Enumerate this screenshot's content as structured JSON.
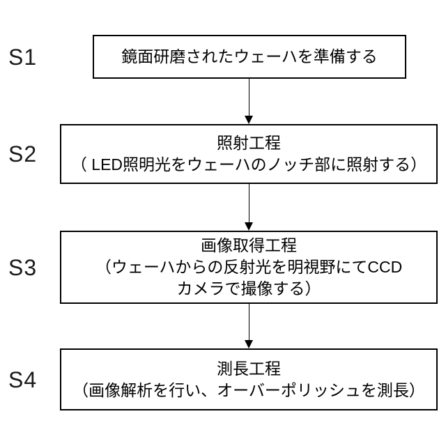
{
  "figure": {
    "type": "flowchart",
    "background_color": "#ffffff",
    "line_color": "#000000",
    "description_language": "ja"
  },
  "steps": [
    {
      "label": "S1",
      "lines": [
        "鏡面研磨されたウェーハを準備する"
      ]
    },
    {
      "label": "S2",
      "lines": [
        "照射工程",
        "（ LED照明光をウェーハのノッチ部に照射する）"
      ]
    },
    {
      "label": "S3",
      "lines": [
        "画像取得工程",
        "（ウェーハからの反射光を明視野にてCCD",
        "カメラで撮像する）"
      ]
    },
    {
      "label": "S4",
      "lines": [
        "測長工程",
        "（画像解析を行い、オーバーポリッシュを測長）"
      ]
    }
  ]
}
